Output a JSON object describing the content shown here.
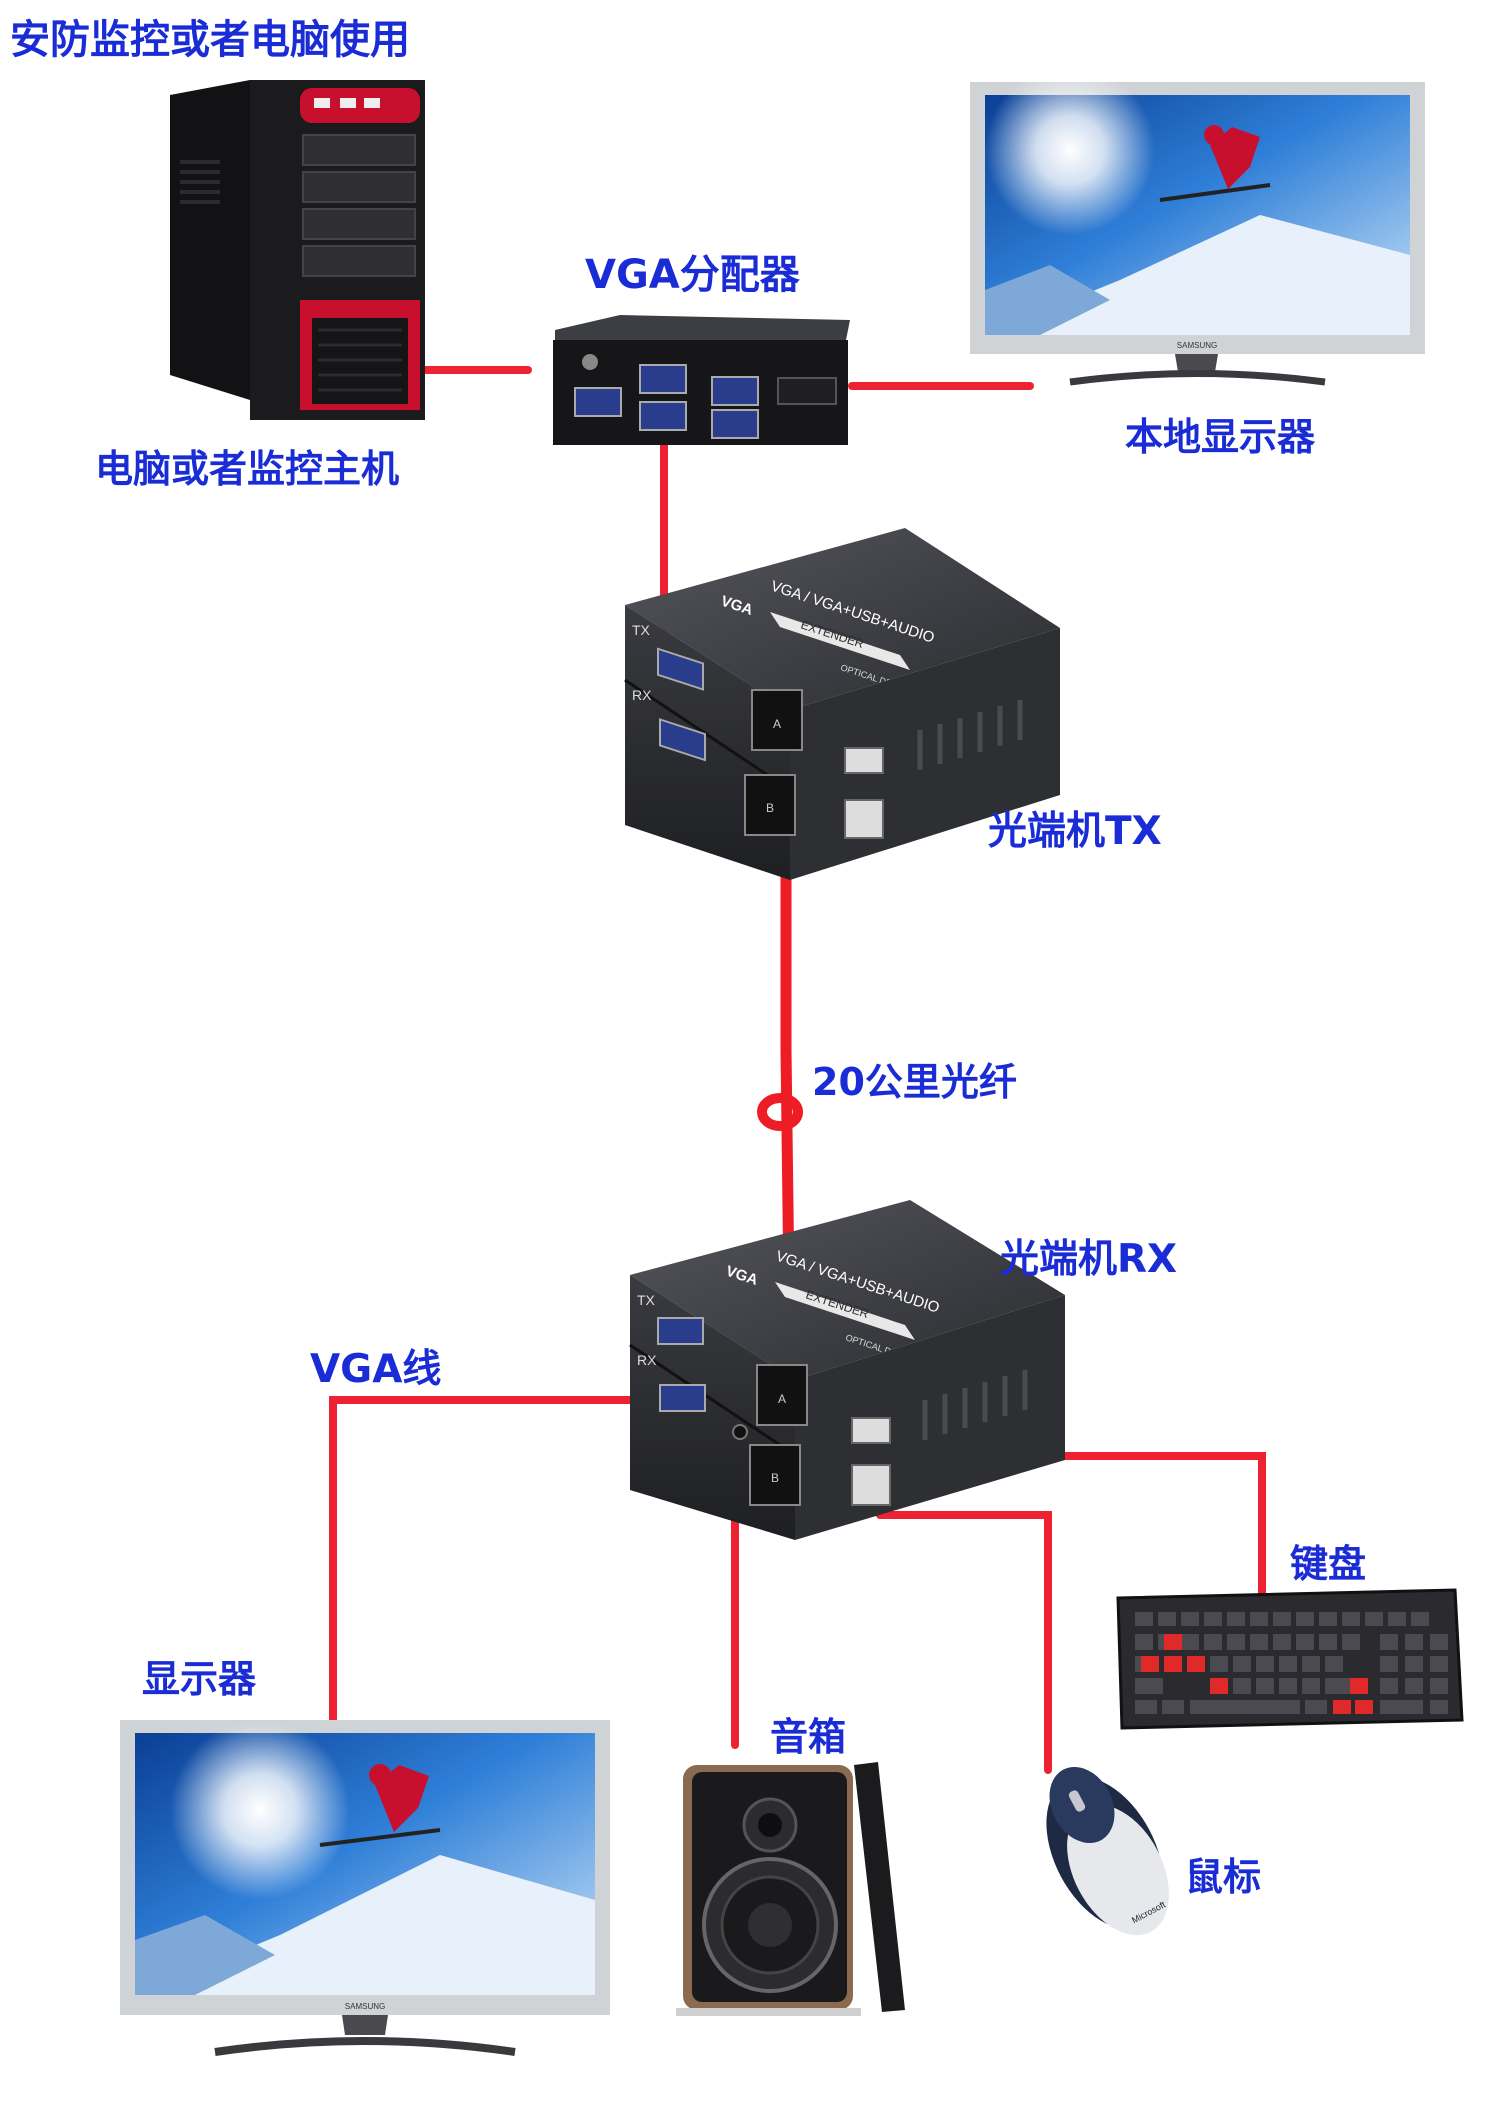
{
  "labels": {
    "title": "安防监控或者电脑使用",
    "pc_host": "电脑或者监控主机",
    "vga_splitter": "VGA分配器",
    "local_monitor": "本地显示器",
    "tx_unit": "光端机TX",
    "fiber": "20公里光纤",
    "rx_unit": "光端机RX",
    "vga_cable": "VGA线",
    "monitor": "显示器",
    "speaker": "音箱",
    "keyboard": "键盘",
    "mouse": "鼠标"
  },
  "device_print": {
    "extender_brand": "VGA",
    "extender_model": "VGA / VGA+USB+AUDIO",
    "extender_banner": "EXTENDER",
    "optical_device": "OPTICAL DEVICE",
    "tx": "TX",
    "rx": "RX",
    "fiber_a": "A",
    "fiber_b": "B",
    "monitor_brand": "SAMSUNG",
    "mouse_brand": "Microsoft"
  },
  "colors": {
    "label_blue": "#1a2cd6",
    "wire_red": "#ee2233",
    "device_dark": "#2a2a2d",
    "device_accent": "#c8102e",
    "screen_sky": "#2f7fd8"
  }
}
